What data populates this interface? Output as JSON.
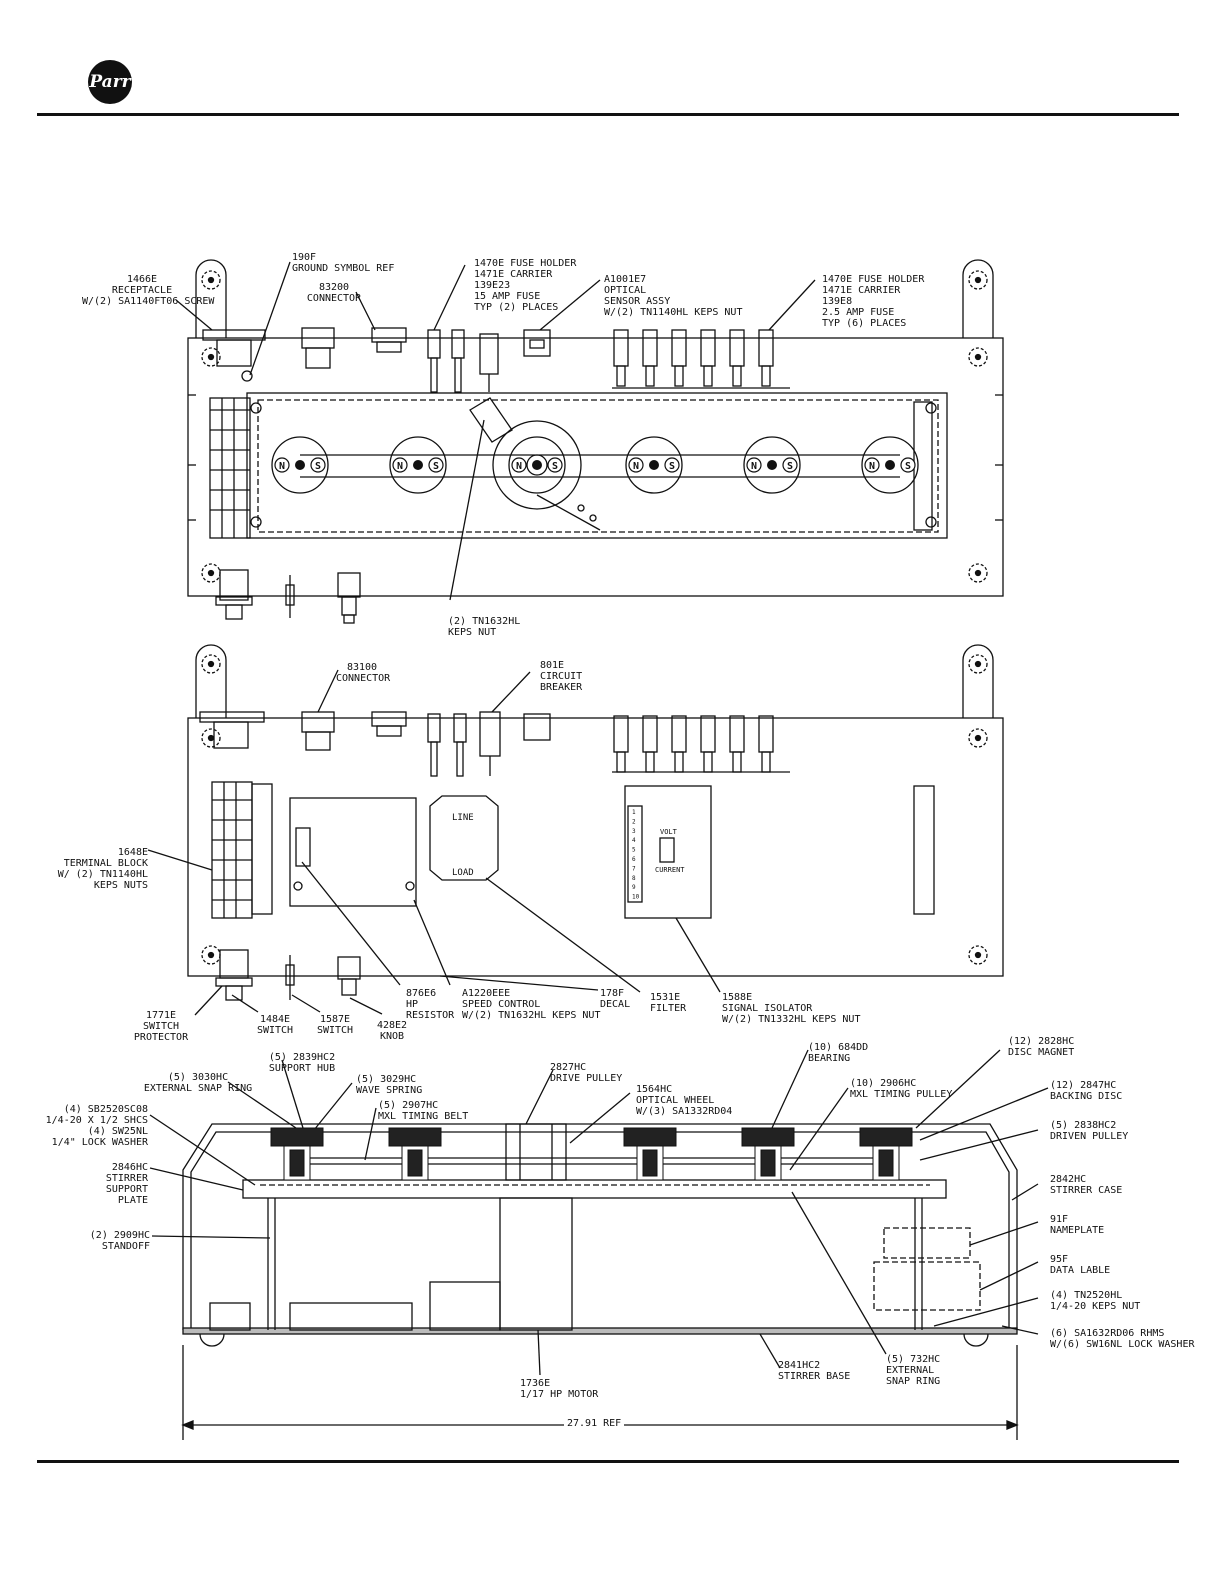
{
  "logo": {
    "text": "Parr"
  },
  "top_view": {
    "callouts": [
      {
        "id": "receptacle",
        "text": "1466E\nRECEPTACLE\nW/(2) SA1140FT06 SCREW"
      },
      {
        "id": "ground-symbol",
        "text": "190F\nGROUND SYMBOL REF"
      },
      {
        "id": "connector-83200",
        "text": "83200\nCONNECTOR"
      },
      {
        "id": "fuse-holder-15a",
        "text": "1470E FUSE HOLDER\n1471E CARRIER\n139E23\n15 AMP FUSE\nTYP (2) PLACES"
      },
      {
        "id": "optical-sensor",
        "text": "A1001E7\nOPTICAL\nSENSOR ASSY\nW/(2) TN1140HL KEPS NUT"
      },
      {
        "id": "fuse-holder-2-5a",
        "text": "1470E FUSE HOLDER\n1471E CARRIER\n139E8\n2.5 AMP FUSE\nTYP (6) PLACES"
      },
      {
        "id": "keps-nut-tn1632",
        "text": "(2) TN1632HL\nKEPS NUT"
      }
    ],
    "magnet_letters": {
      "north": "N",
      "south": "S"
    }
  },
  "middle_view": {
    "callouts": [
      {
        "id": "connector-83100",
        "text": "83100\nCONNECTOR"
      },
      {
        "id": "circuit-breaker",
        "text": "801E\nCIRCUIT\nBREAKER"
      },
      {
        "id": "terminal-block",
        "text": "1648E\nTERMINAL BLOCK\nW/ (2) TN1140HL\nKEPS NUTS"
      },
      {
        "id": "switch-protector",
        "text": "1771E\nSWITCH\nPROTECTOR"
      },
      {
        "id": "switch-1484",
        "text": "1484E\nSWITCH"
      },
      {
        "id": "switch-1587",
        "text": "1587E\nSWITCH"
      },
      {
        "id": "knob",
        "text": "428E2\nKNOB"
      },
      {
        "id": "hp-resistor",
        "text": "876E6\nHP\nRESISTOR"
      },
      {
        "id": "speed-control",
        "text": "A1220EEE\nSPEED CONTROL\nW/(2) TN1632HL KEPS NUT"
      },
      {
        "id": "decal",
        "text": "178F\nDECAL"
      },
      {
        "id": "filter",
        "text": "1531E\nFILTER"
      },
      {
        "id": "signal-isolator",
        "text": "1588E\nSIGNAL ISOLATOR\nW/(2) TN1332HL KEPS NUT"
      }
    ],
    "filter_labels": {
      "line": "LINE",
      "load": "LOAD"
    },
    "isolator_labels": {
      "volt": "VOLT",
      "current": "CURRENT",
      "numbers": [
        "1",
        "2",
        "3",
        "4",
        "5",
        "6",
        "7",
        "8",
        "9",
        "10"
      ]
    }
  },
  "side_view": {
    "callouts": [
      {
        "id": "external-snap-ring",
        "text": "(5) 3030HC\nEXTERNAL SNAP RING"
      },
      {
        "id": "support-hub",
        "text": "(5) 2839HC2\nSUPPORT HUB"
      },
      {
        "id": "wave-spring",
        "text": "(5) 3029HC\nWAVE SPRING"
      },
      {
        "id": "mxl-timing-belt",
        "text": "(5) 2907HC\nMXL TIMING BELT"
      },
      {
        "id": "shcs",
        "text": "(4) SB2520SC08\n1/4-20 X 1/2 SHCS\n(4) SW25NL\n1/4\" LOCK WASHER"
      },
      {
        "id": "drive-pulley",
        "text": "2827HC\nDRIVE PULLEY"
      },
      {
        "id": "optical-wheel",
        "text": "1564HC\nOPTICAL WHEEL\nW/(3) SA1332RD04"
      },
      {
        "id": "bearing",
        "text": "(10) 684DD\nBEARING"
      },
      {
        "id": "mxl-timing-pulley",
        "text": "(10) 2906HC\nMXL TIMING PULLEY"
      },
      {
        "id": "disc-magnet",
        "text": "(12) 2828HC\nDISC MAGNET"
      },
      {
        "id": "backing-disc",
        "text": "(12) 2847HC\nBACKING DISC"
      },
      {
        "id": "driven-pulley",
        "text": "(5) 2838HC2\nDRIVEN PULLEY"
      },
      {
        "id": "stirrer-support-plate",
        "text": "2846HC\nSTIRRER\nSUPPORT\nPLATE"
      },
      {
        "id": "stirrer-case",
        "text": "2842HC\nSTIRRER CASE"
      },
      {
        "id": "standoff",
        "text": "(2) 2909HC\nSTANDOFF"
      },
      {
        "id": "nameplate",
        "text": "91F\nNAMEPLATE"
      },
      {
        "id": "data-lable",
        "text": "95F\nDATA LABLE"
      },
      {
        "id": "tn2520-keps-nut",
        "text": "(4) TN2520HL\n1/4-20 KEPS NUT"
      },
      {
        "id": "rhms",
        "text": "(6) SA1632RD06 RHMS\nW/(6) SW16NL LOCK WASHER"
      },
      {
        "id": "motor",
        "text": "1736E\n1/17 HP MOTOR"
      },
      {
        "id": "stirrer-base",
        "text": "2841HC2\nSTIRRER BASE"
      },
      {
        "id": "external-snap-ring-732",
        "text": "(5) 732HC\nEXTERNAL\nSNAP RING"
      }
    ],
    "dimension": "27.91 REF"
  }
}
